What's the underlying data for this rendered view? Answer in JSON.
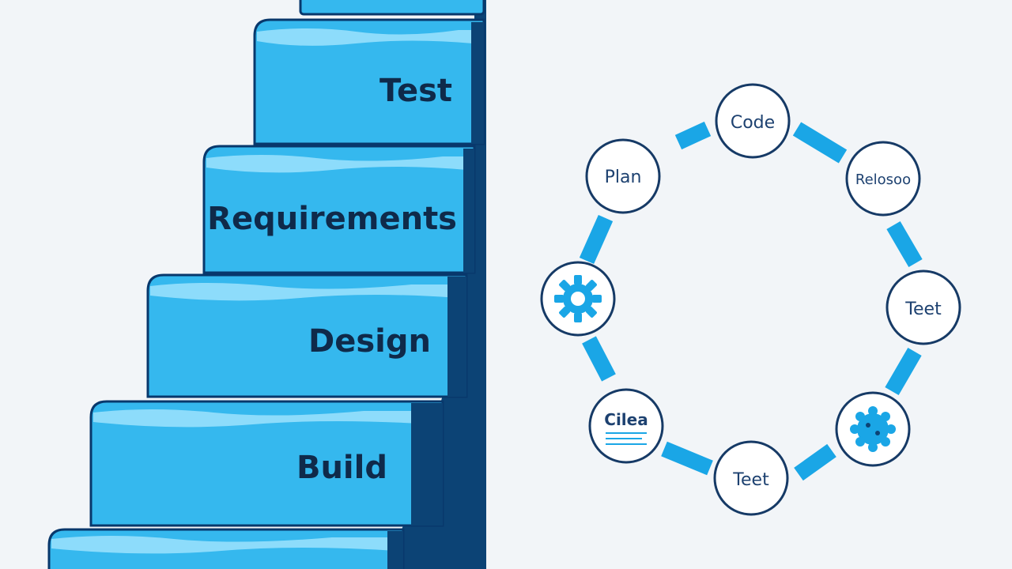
{
  "waterfall": {
    "steps": [
      {
        "key": "test",
        "label": "Test"
      },
      {
        "key": "requirements",
        "label": "Requirements"
      },
      {
        "key": "design",
        "label": "Design"
      },
      {
        "key": "build",
        "label": "Build"
      }
    ]
  },
  "cycle": {
    "nodes": [
      {
        "key": "code",
        "label": "Code",
        "icon": null
      },
      {
        "key": "release",
        "label": "Relosoo",
        "icon": null
      },
      {
        "key": "test-right",
        "label": "Teet",
        "icon": null
      },
      {
        "key": "cog-cluster",
        "label": "",
        "icon": "cog-cluster-icon"
      },
      {
        "key": "test-bottom",
        "label": "Teet",
        "icon": null
      },
      {
        "key": "cilea",
        "label": "Cilea",
        "icon": "document-lines-icon"
      },
      {
        "key": "gear",
        "label": "",
        "icon": "gear-icon"
      },
      {
        "key": "plan",
        "label": "Plan",
        "icon": null
      }
    ]
  },
  "colors": {
    "background": "#f2f5f8",
    "step_fill": "#35b8ee",
    "step_highlight": "#8ddcfb",
    "step_edge": "#08386c",
    "wall": "#0c4375",
    "ring": "#1aa6e6",
    "node_border": "#163a66",
    "node_text": "#1d4170"
  }
}
